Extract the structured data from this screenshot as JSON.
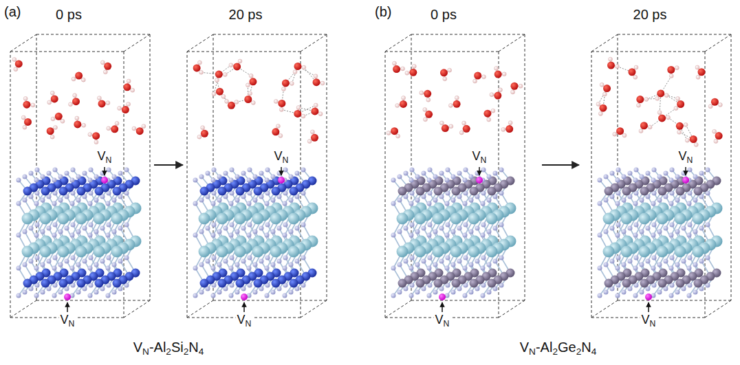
{
  "diagram": {
    "labels": [
      "(a)",
      "0 ps",
      "20 ps",
      "(b)",
      "0 ps",
      "20 ps",
      "VN",
      "VN",
      "VN",
      "VN",
      "VN",
      "VN",
      "VN",
      "VN",
      "VN-Al2Si2N4",
      "VN-Al2Ge2N4"
    ]
  }
}
